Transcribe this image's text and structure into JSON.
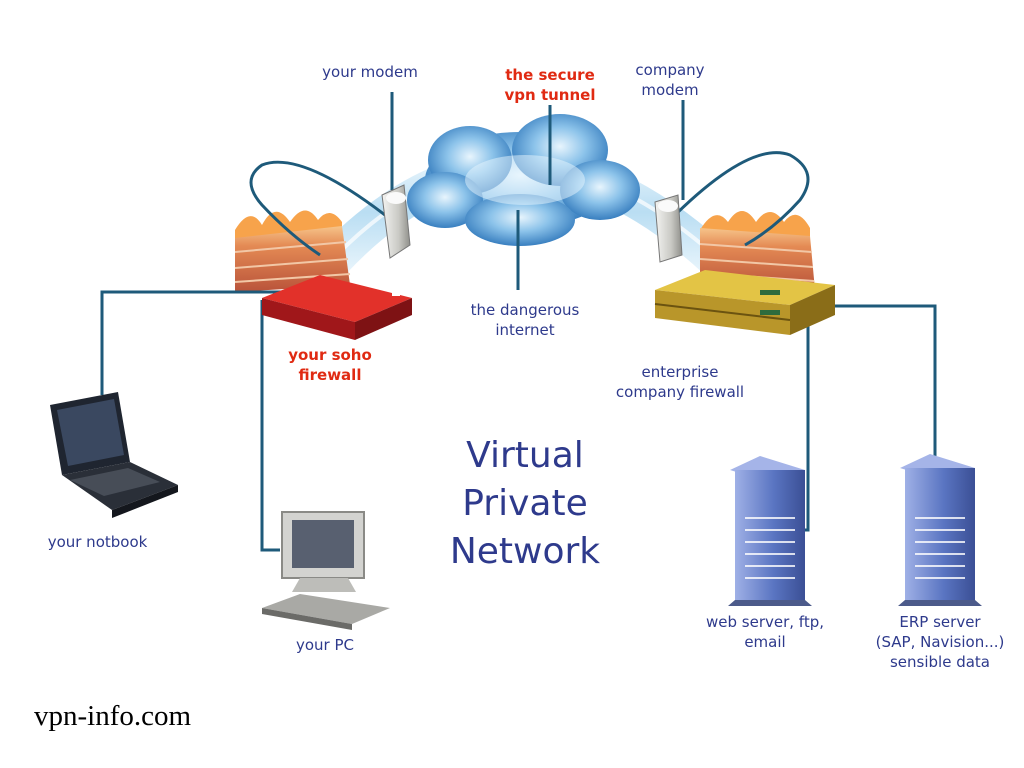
{
  "diagram": {
    "title": "Virtual\nPrivate\nNetwork",
    "labels": {
      "your_modem": "your modem",
      "secure_tunnel": "the secure\nvpn tunnel",
      "company_modem": "company\nmodem",
      "dangerous_internet": "the dangerous\ninternet",
      "soho_firewall": "your soho\nfirewall",
      "enterprise_firewall": "enterprise\ncompany firewall",
      "notebook": "your notbook",
      "pc": "your PC",
      "web_server": "web server, ftp,\nemail",
      "erp_server": "ERP server\n(SAP, Navision...)\nsensible data"
    },
    "colors": {
      "label_text": "#2e3a8c",
      "highlight_text": "#e02a12",
      "cable": "#1e5a7a",
      "tunnel": "#bfe0f4",
      "cloud": "#2f7fc4",
      "brick": "#c45a3a",
      "soho_firewall": "#c8201c",
      "enterprise_firewall": "#c9a628",
      "server": "#5d79c4"
    }
  },
  "footer": {
    "credit": "vpn-info.com"
  }
}
